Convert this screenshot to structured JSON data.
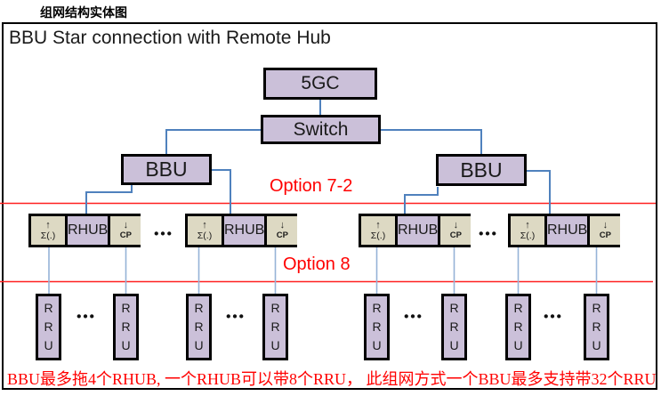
{
  "page": {
    "title": "组网结构实体图"
  },
  "diagram": {
    "title": "BBU Star connection with Remote Hub",
    "ellipsis": "•••",
    "options": {
      "option_7_2": "Option 7-2",
      "option_8": "Option 8"
    }
  },
  "nodes": {
    "core": {
      "label": "5GC"
    },
    "switch": {
      "label": "Switch"
    },
    "bbus": [
      {
        "label": "BBU"
      },
      {
        "label": "BBU"
      }
    ],
    "rhub_units": [
      {
        "uplink_arrow": "↑",
        "uplink_label": "Σ(.)",
        "label": "RHUB",
        "downlink_arrow": "↓",
        "downlink_label": "CP"
      },
      {
        "uplink_arrow": "↑",
        "uplink_label": "Σ(.)",
        "label": "RHUB",
        "downlink_arrow": "↓",
        "downlink_label": "CP"
      },
      {
        "uplink_arrow": "↑",
        "uplink_label": "Σ(.)",
        "label": "RHUB",
        "downlink_arrow": "↓",
        "downlink_label": "CP"
      },
      {
        "uplink_arrow": "↑",
        "uplink_label": "Σ(.)",
        "label": "RHUB",
        "downlink_arrow": "↓",
        "downlink_label": "CP"
      }
    ],
    "rrus": [
      {
        "label": "RRU"
      },
      {
        "label": "RRU"
      },
      {
        "label": "RRU"
      },
      {
        "label": "RRU"
      },
      {
        "label": "RRU"
      },
      {
        "label": "RRU"
      },
      {
        "label": "RRU"
      },
      {
        "label": "RRU"
      }
    ]
  },
  "footer": {
    "note": "BBU最多拖4个RHUB, 一个RHUB可以带8个RRU， 此组网方式一个BBU最多支持带32个RRU"
  },
  "colors": {
    "node_fill": "#CBC0D9",
    "module_fill": "#DDD9C3",
    "border": "#000000",
    "connector": "#4F81BD",
    "connector_light": "#95B3D7",
    "divider_red": "#FF2020",
    "accent_red": "#FF0000",
    "text": "#1A1A1A"
  }
}
